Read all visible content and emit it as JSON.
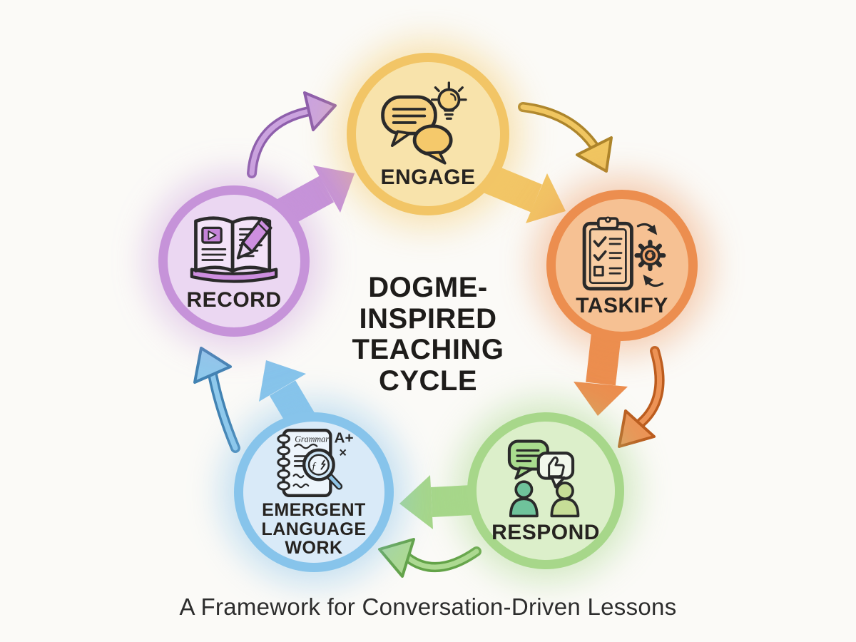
{
  "center_title": "DOGME-INSPIRED TEACHING CYCLE",
  "subtitle": "A Framework for Conversation-Driven Lessons",
  "nodes": [
    {
      "label": "ENGAGE",
      "icon": "speech-bubbles-lightbulb-icon",
      "ring_color": "#F2C566",
      "fill_color": "#F8E3AB"
    },
    {
      "label": "TASKIFY",
      "icon": "clipboard-checklist-gear-icon",
      "ring_color": "#EC8E4F",
      "fill_color": "#F6C193"
    },
    {
      "label": "RESPOND",
      "icon": "people-feedback-icon",
      "ring_color": "#A7D78A",
      "fill_color": "#DCEFCA"
    },
    {
      "label": "EMERGENT LANGUAGE WORK",
      "icon": "grammar-notebook-magnifier-icon",
      "ring_color": "#87C4EB",
      "fill_color": "#D9EAF8"
    },
    {
      "label": "RECORD",
      "icon": "journal-pen-icon",
      "ring_color": "#C693D9",
      "fill_color": "#EBD7F2"
    }
  ],
  "icon_texts": {
    "grammar": "Grammar",
    "a_plus": "A+",
    "cross": "×",
    "fx": "ƒ"
  },
  "arrow_colors": {
    "record_to_engage": "#C693D9",
    "engage_to_taskify": "#F2C566",
    "taskify_to_respond": "#EC8E4F",
    "respond_to_emergent": "#A7D78A",
    "emergent_to_record": "#87C4EB"
  }
}
